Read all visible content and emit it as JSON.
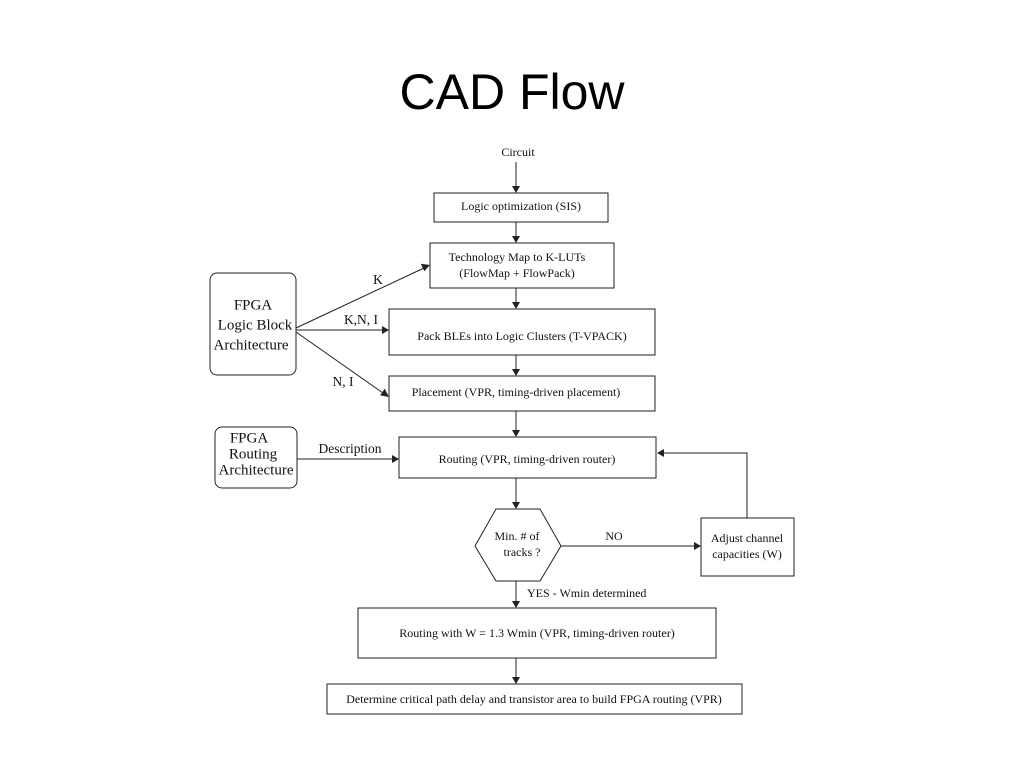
{
  "slide": {
    "title": "CAD Flow"
  },
  "diagram": {
    "circuit_label": "Circuit",
    "logic_opt": "Logic optimization (SIS)",
    "tech_map_line1": "Technology Map to K-LUTs",
    "tech_map_line2": "(FlowMap + FlowPack)",
    "pack": "Pack BLEs into Logic Clusters (T-VPACK)",
    "placement": "Placement (VPR, timing-driven placement)",
    "routing": "Routing (VPR, timing-driven router)",
    "decision_line1": "Min. # of",
    "decision_line2": "tracks ?",
    "adjust_line1": "Adjust channel",
    "adjust_line2": "capacities (W)",
    "no_label": "NO",
    "yes_label": "YES - Wmin determined",
    "routing_final": "Routing with W = 1.3 Wmin  (VPR, timing-driven router)",
    "determine": "Determine critical path delay and transistor area to build FPGA routing (VPR)",
    "logic_arch_line1": "FPGA",
    "logic_arch_line2": "Logic Block",
    "logic_arch_line3": "Architecture",
    "routing_arch_line1": "FPGA",
    "routing_arch_line2": "Routing",
    "routing_arch_line3": "Architecture",
    "label_k": "K",
    "label_kni": "K,N, I",
    "label_ni": "N, I",
    "label_description": "Description"
  }
}
